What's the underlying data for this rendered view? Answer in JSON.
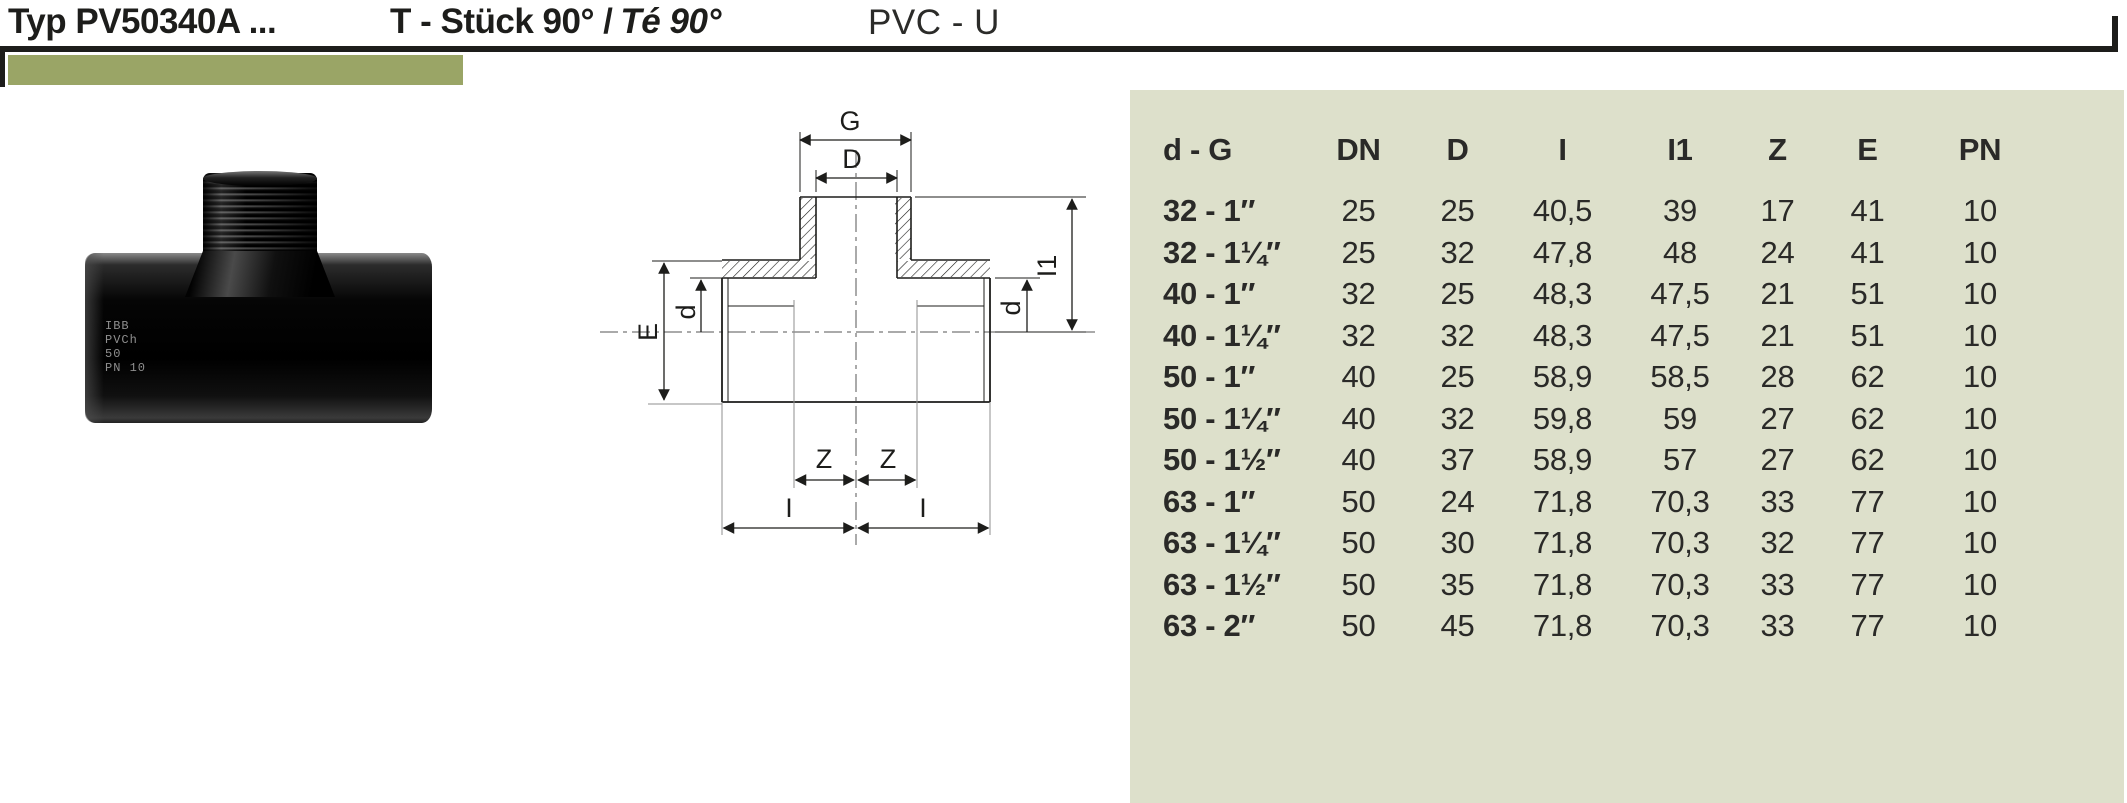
{
  "header": {
    "type_label": "Typ PV50340A ...",
    "title_de": "T - Stück 90° /",
    "title_fr": "Té 90°",
    "material": "PVC - U"
  },
  "photo": {
    "marking": [
      "IBB",
      "PVCh",
      "50",
      "PN 10"
    ]
  },
  "drawing": {
    "labels": {
      "g": "G",
      "d_outer": "D",
      "i1": "I1",
      "e": "E",
      "d_left": "d",
      "d_right": "d",
      "z_left": "Z",
      "z_right": "Z",
      "i_left": "I",
      "i_right": "I"
    }
  },
  "table": {
    "columns": [
      "d - G",
      "DN",
      "D",
      "I",
      "I1",
      "Z",
      "E",
      "PN"
    ],
    "rows": [
      [
        "32 - 1″",
        "25",
        "25",
        "40,5",
        "39",
        "17",
        "41",
        "10"
      ],
      [
        "32 - 1¼″",
        "25",
        "32",
        "47,8",
        "48",
        "24",
        "41",
        "10"
      ],
      [
        "40 - 1″",
        "32",
        "25",
        "48,3",
        "47,5",
        "21",
        "51",
        "10"
      ],
      [
        "40 - 1¼″",
        "32",
        "32",
        "48,3",
        "47,5",
        "21",
        "51",
        "10"
      ],
      [
        "50 - 1″",
        "40",
        "25",
        "58,9",
        "58,5",
        "28",
        "62",
        "10"
      ],
      [
        "50 - 1¼″",
        "40",
        "32",
        "59,8",
        "59",
        "27",
        "62",
        "10"
      ],
      [
        "50 - 1½″",
        "40",
        "37",
        "58,9",
        "57",
        "27",
        "62",
        "10"
      ],
      [
        "63 - 1″",
        "50",
        "24",
        "71,8",
        "70,3",
        "33",
        "77",
        "10"
      ],
      [
        "63 - 1¼″",
        "50",
        "30",
        "71,8",
        "70,3",
        "32",
        "77",
        "10"
      ],
      [
        "63 - 1½″",
        "50",
        "35",
        "71,8",
        "70,3",
        "33",
        "77",
        "10"
      ],
      [
        "63 - 2″",
        "50",
        "45",
        "71,8",
        "70,3",
        "33",
        "77",
        "10"
      ]
    ]
  },
  "colors": {
    "accent_olive": "#9aa566",
    "table_bg": "#dde0cb",
    "ink": "#1d1d1b"
  }
}
